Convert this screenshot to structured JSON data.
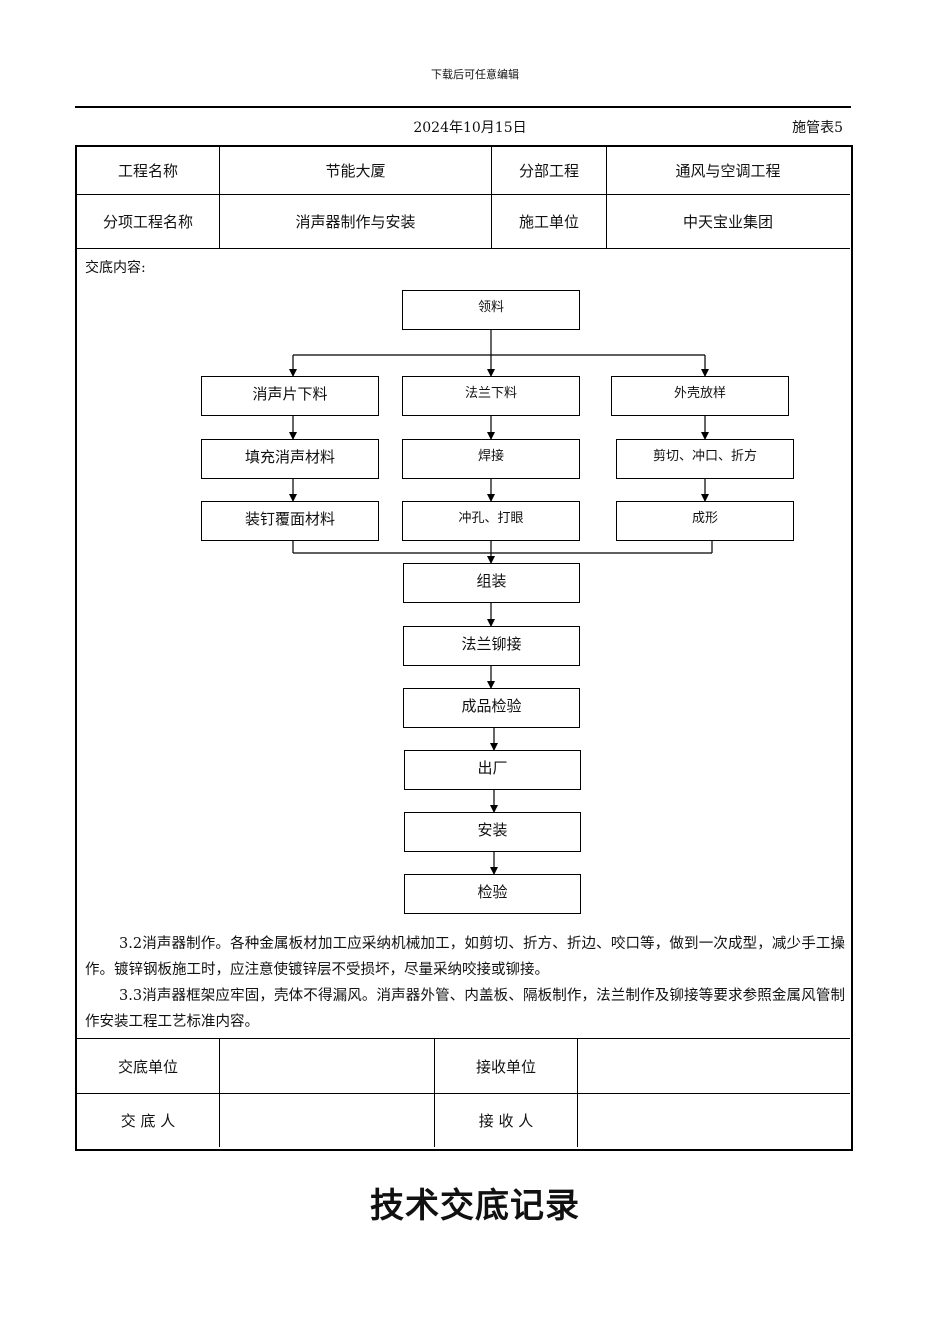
{
  "header": {
    "note": "下载后可任意编辑",
    "date": "2024年10月15日",
    "form_no": "施管表5"
  },
  "info": {
    "project_name_label": "工程名称",
    "project_name": "节能大厦",
    "division_label": "分部工程",
    "division": "通风与空调工程",
    "item_label": "分项工程名称",
    "item": "消声器制作与安装",
    "contractor_label": "施工单位",
    "contractor": "中天宝业集团"
  },
  "content_label": "交底内容:",
  "flow": {
    "start": "领料",
    "col1": [
      "消声片下料",
      "填充消声材料",
      "装钉覆面材料"
    ],
    "col2": [
      "法兰下料",
      "焊接",
      "冲孔、打眼"
    ],
    "col3": [
      "外壳放样",
      "剪切、冲口、折方",
      "成形"
    ],
    "main": [
      "组装",
      "法兰铆接",
      "成品检验",
      "出厂",
      "安装",
      "检验"
    ]
  },
  "paragraphs": {
    "p1": "3.2消声器制作。各种金属板材加工应采纳机械加工，如剪切、折方、折边、咬口等，做到一次成型，减少手工操作。镀锌钢板施工时，应注意使镀锌层不受损坏，尽量采纳咬接或铆接。",
    "p2": "3.3消声器框架应牢固，壳体不得漏风。消声器外管、内盖板、隔板制作，法兰制作及铆接等要求参照金属风管制作安装工程工艺标准内容。"
  },
  "sign": {
    "from_unit_label": "交底单位",
    "to_unit_label": "接收单位",
    "from_person_label": "交 底 人",
    "to_person_label": "接 收 人"
  },
  "doc_title": "技术交底记录"
}
